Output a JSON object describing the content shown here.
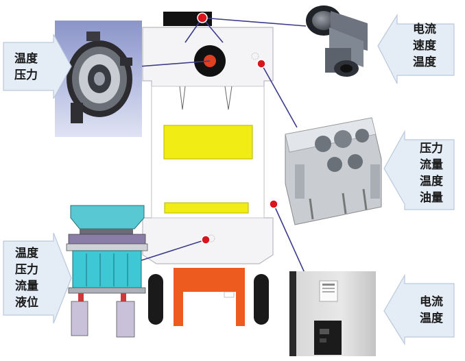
{
  "callouts": {
    "clutch": {
      "lines": [
        "温度",
        "压力"
      ]
    },
    "motor": {
      "lines": [
        "电流",
        "速度",
        "温度"
      ]
    },
    "gearbox": {
      "lines": [
        "压力",
        "流量",
        "温度",
        "油量"
      ]
    },
    "cushion": {
      "lines": [
        "温度",
        "压力",
        "流量",
        "液位"
      ]
    },
    "cabinet": {
      "lines": [
        "电流",
        "温度"
      ]
    }
  },
  "colors": {
    "arrow_fill": "#e4ecf6",
    "arrow_stroke": "#b9c8dc",
    "sensor_dot": "#d8141c",
    "leader_line": "#3b3a8c",
    "press_frame": "#f4f4f6",
    "die_yellow": "#f0ec14",
    "base_orange": "#ee5b1e",
    "cushion_cyan": "#3ec8d6"
  }
}
